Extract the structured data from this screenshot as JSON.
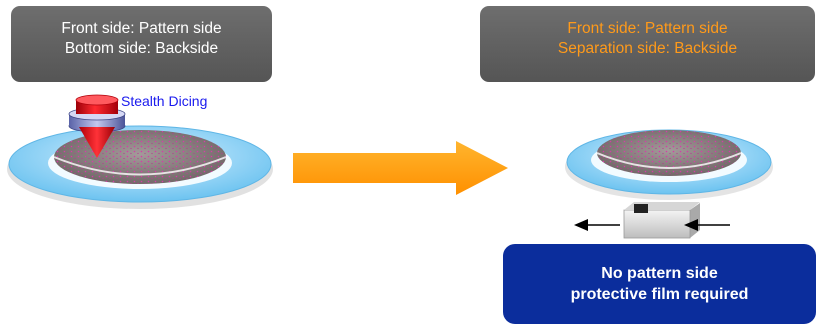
{
  "left_label": {
    "line1": "Front side: Pattern side",
    "line2": "Bottom side: Backside"
  },
  "right_label": {
    "line1": "Front side: Pattern side",
    "line2": "Separation side: Backside"
  },
  "process_label": "Stealth Dicing",
  "note": {
    "line1": "No pattern side",
    "line2": "protective film required"
  },
  "colors": {
    "label_box": "#5f5f5f",
    "left_label_text": "#ffffff",
    "right_label_text": "#ff9a1a",
    "process_label_text": "#1a1aee",
    "note_box": "#0b2d9c",
    "arrow": "#ff9900",
    "ring": "#8fd0f5",
    "wafer": "#8a7f7f",
    "dicing_head": "#e8141c"
  }
}
